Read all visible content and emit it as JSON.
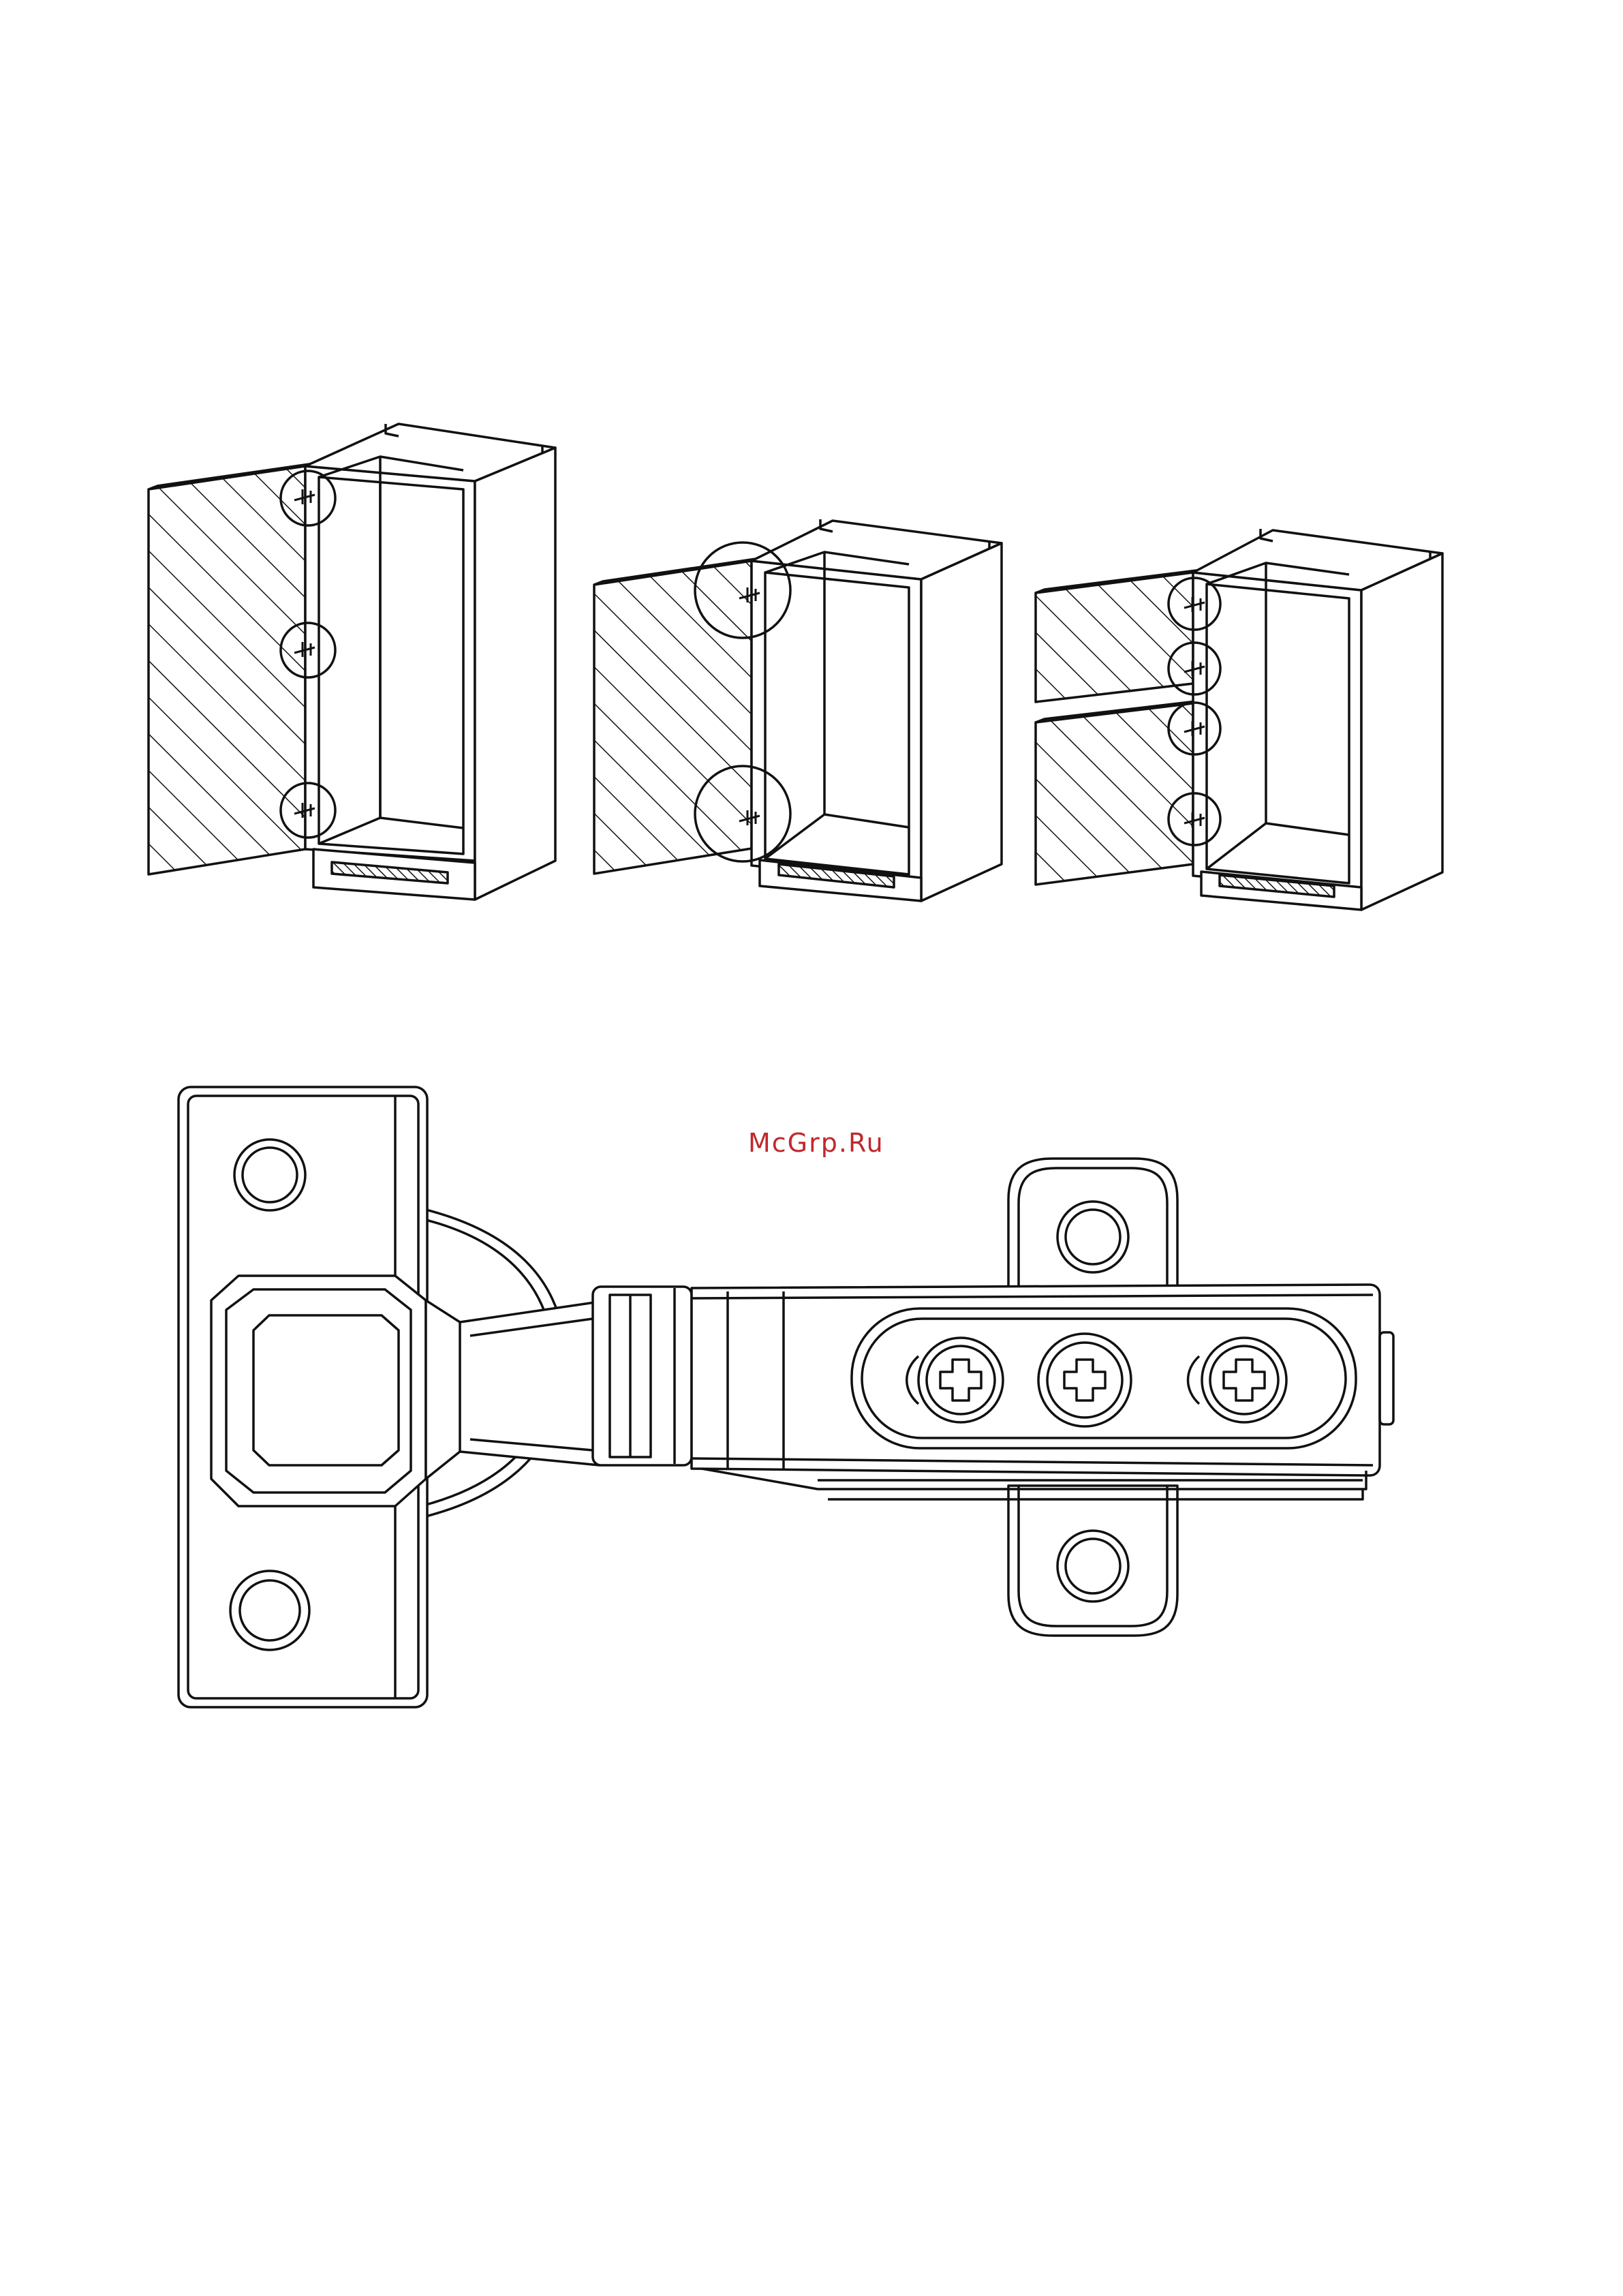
{
  "watermark": {
    "text": "McGrp.Ru",
    "color": "#c0282d"
  },
  "figures": [
    {
      "name": "tall-cabinet-three-hinges",
      "hinge_count": 3
    },
    {
      "name": "medium-cabinet-two-hinges",
      "hinge_count": 2
    },
    {
      "name": "split-cabinet-four-hinges",
      "hinge_count": 4
    },
    {
      "name": "concealed-cup-hinge-detail",
      "screw_count": 3
    }
  ],
  "colors": {
    "line": "#111111",
    "paper": "#ffffff"
  }
}
